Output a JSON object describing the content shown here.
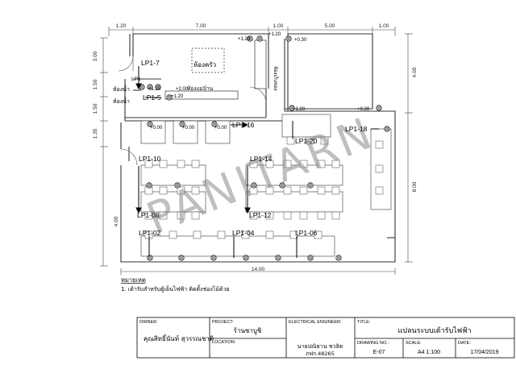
{
  "dimensions": {
    "top": [
      "1.20",
      "7.00",
      "1.00",
      "5.00",
      "1.00"
    ],
    "left": [
      "3.00",
      "1.50",
      "1.50",
      "1.35",
      "4.00"
    ],
    "right": [
      "4.00",
      "8.00"
    ],
    "bottom": "14.00"
  },
  "rooms": {
    "kitchen": "ห้องครัว",
    "bath1": "ห้องน้ำ",
    "bath2": "ห้องน้ำ",
    "utility": "ห้องแม่บ้าน",
    "corridor": "ห้องเก็บของ"
  },
  "heights": {
    "h1": "+1.20",
    "h2": "+0.30",
    "h3": "+1.20",
    "h4": "+2.00",
    "h5": "+1.20",
    "h6": "+1.20",
    "h7": "+0.30",
    "h8": "+0.00",
    "h9": "+0.00",
    "h10": "+0.00",
    "h11": "+1.20"
  },
  "circuits": {
    "lp1_7": "LP1-7",
    "lp1": "LP1",
    "lp1_5": "LP1-5",
    "lp1_16": "LP1-16",
    "lp1_18": "LP1-18",
    "lp1_20": "LP1-20",
    "lp1_10": "LP1-10",
    "lp1_14": "LP1-14",
    "lp1_08": "LP1-08",
    "lp1_12": "LP1-12",
    "lp1_02": "LP1-02",
    "lp1_04": "LP1-04",
    "lp1_06": "LP1-06"
  },
  "watermark": "PANITARN",
  "notes": {
    "heading": "หมายเหตุ",
    "line1": "1.  เต้ารับสำหรับตู้เย็นไฟฟ้า ติดตั้งช่องไม้ด้วย"
  },
  "title_block": {
    "owner_label": "OWNER:",
    "owner_value": "คุณสิทธิ์นันท์  สุวรรณชาติ",
    "project_label": "PROJECT:",
    "project_value": "ร้านชาบูชิ",
    "location_label": "LOCATION:",
    "engineer_label": "ELECTRICAL ENGINEER:",
    "engineer_name": "นายปณิธาน  ชวลิต",
    "engineer_license": "ภฟก.48265",
    "title_label": "TITLE:",
    "title_value": "แปลนระบบเต้ารับไฟฟ้า",
    "drawing_no_label": "DRAWING NO.:",
    "drawing_no_value": "E-07",
    "scale_label": "SCALE:",
    "scale_value": "A4  1:100",
    "date_label": "DATE:",
    "date_value": "17/04/2019"
  }
}
